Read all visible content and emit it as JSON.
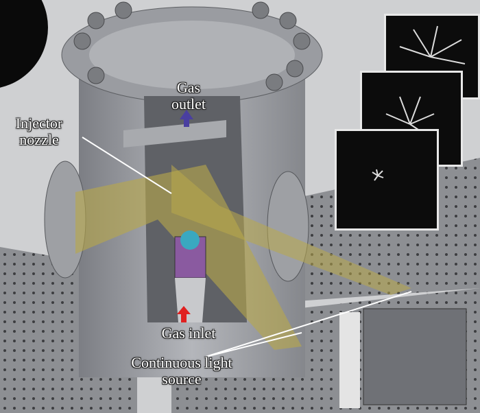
{
  "labels": {
    "gas_outlet": [
      "Gas",
      "outlet"
    ],
    "injector_nozzle": [
      "Injector",
      "nozzle"
    ],
    "gas_inlet": "Gas inlet",
    "light_source": [
      "Continuous light",
      "source"
    ]
  },
  "colors": {
    "outlet_arrow": "#4a3fa0",
    "inlet_arrow": "#e02020",
    "light_beam": "#b9a94a"
  }
}
